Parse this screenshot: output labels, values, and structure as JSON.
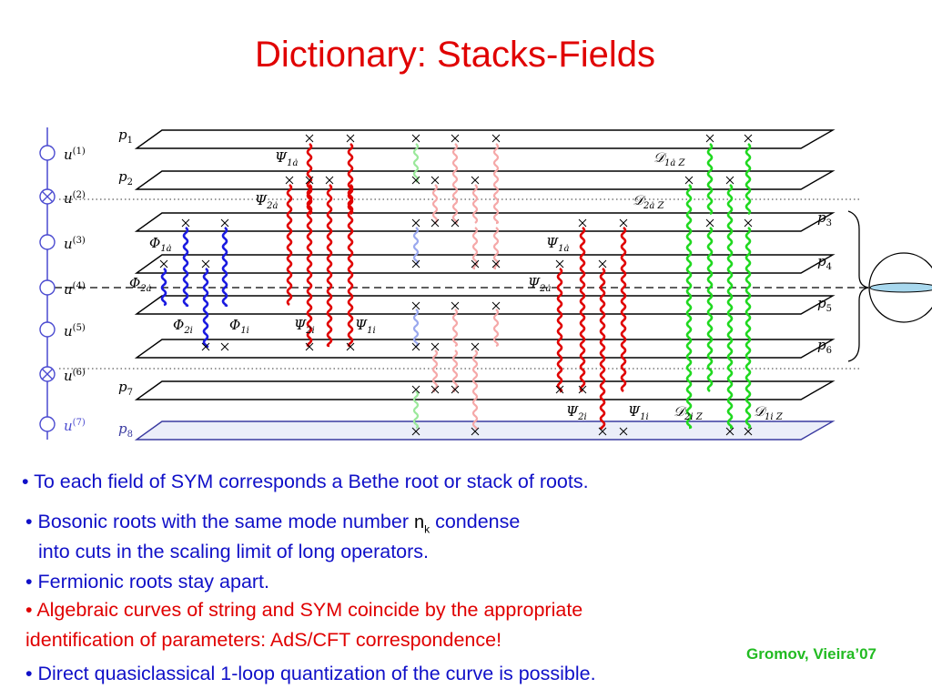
{
  "title": "Dictionary: Stacks-Fields",
  "diagram": {
    "chain": {
      "labels": [
        "u",
        "u",
        "u",
        "u",
        "u",
        "u",
        "u"
      ],
      "superscripts": [
        "(1)",
        "(2)",
        "(3)",
        "(4)",
        "(5)",
        "(6)",
        "(7)"
      ]
    },
    "planes": {
      "labels": [
        "p",
        "p",
        "p",
        "p",
        "p",
        "p",
        "p",
        "p"
      ],
      "subscripts": [
        "1",
        "2",
        "3",
        "4",
        "5",
        "6",
        "7",
        "8"
      ]
    },
    "field_labels": [
      {
        "sym": "Ψ",
        "sub": "1ȧ"
      },
      {
        "sym": "Ψ",
        "sub": "2ȧ"
      },
      {
        "sym": "Φ",
        "sub": "1ȧ"
      },
      {
        "sym": "Φ",
        "sub": "2ȧ"
      },
      {
        "sym": "Φ",
        "sub": "2i"
      },
      {
        "sym": "Φ",
        "sub": "1i"
      },
      {
        "sym": "Ψ",
        "sub": "2i"
      },
      {
        "sym": "Ψ",
        "sub": "1i"
      },
      {
        "sym": "Ψ",
        "sub": "1ȧ"
      },
      {
        "sym": "Ψ",
        "sub": "2ȧ"
      },
      {
        "sym": "Ψ",
        "sub": "2i"
      },
      {
        "sym": "Ψ",
        "sub": "1i"
      },
      {
        "sym": "𝒟",
        "sub": "1ȧ Z"
      },
      {
        "sym": "𝒟",
        "sub": "2ȧ Z"
      },
      {
        "sym": "𝒟",
        "sub": "2i Z"
      },
      {
        "sym": "𝒟",
        "sub": "1i Z"
      }
    ]
  },
  "bullets": [
    {
      "prefix": "• To each field of SYM corresponds a Bethe root or stack of roots."
    },
    {
      "prefix": "• Bosonic roots with the same mode number  ",
      "nk_base": "n",
      "nk_sub": "k",
      "suffix": "  condense"
    },
    {
      "prefix": "into cuts in the scaling limit of long operators."
    },
    {
      "prefix": "• Fermionic roots stay apart."
    },
    {
      "prefix": "• Algebraic curves of string  and  SYM coincide  by the appropriate"
    },
    {
      "prefix": "identification of parameters: AdS/CFT correspondence!"
    },
    {
      "prefix": "• Direct quasiclassical 1-loop quantization of the curve is possible."
    }
  ],
  "credit": "Gromov, Vieira’07"
}
